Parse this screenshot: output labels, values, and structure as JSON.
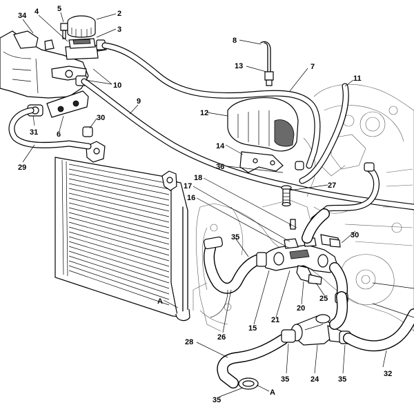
{
  "callouts": {
    "c34": "34",
    "c4": "4",
    "c5": "5",
    "c2": "2",
    "c3": "3",
    "c8": "8",
    "c7": "7",
    "c13": "13",
    "c11": "11",
    "c10": "10",
    "c9": "9",
    "c12": "12",
    "c30a": "30",
    "c31": "31",
    "c6": "6",
    "c29": "29",
    "c14": "14",
    "c36": "36",
    "c27": "27",
    "c17": "17",
    "c18": "18",
    "c16": "16",
    "c35a": "35",
    "c30b": "30",
    "c25": "25",
    "c20": "20",
    "c21": "21",
    "c15": "15",
    "c26": "26",
    "cA1": "A",
    "c28": "28",
    "c35b": "35",
    "c24": "24",
    "c35c": "35",
    "c32": "32",
    "c35d": "35",
    "cA2": "A"
  }
}
